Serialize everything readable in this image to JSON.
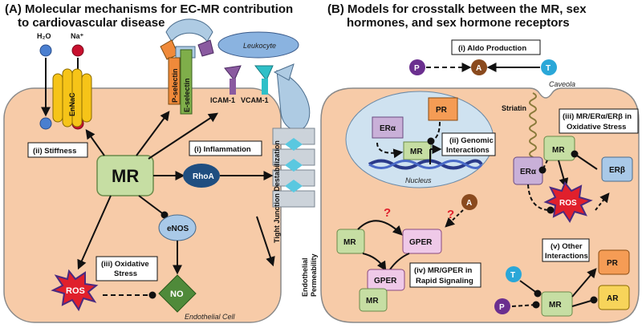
{
  "panel_a": {
    "title_line1": "(A) Molecular mechanisms for EC-MR contribution",
    "title_line2": "to cardiovascular disease",
    "h2o": "H₂O",
    "na": "Na⁺",
    "enac": "EnNaC",
    "p_selectin": "P-selectin",
    "e_selectin": "E-selectin",
    "leukocyte": "Leukocyte",
    "icam": "ICAM-1",
    "vcam": "VCAM-1",
    "stiffness": "(ii) Stiffness",
    "inflammation": "(i) Inflammation",
    "mr": "MR",
    "rhoa": "RhoA",
    "enos": "eNOS",
    "oxidative_line1": "(iii) Oxidative",
    "oxidative_line2": "Stress",
    "ros": "ROS",
    "no": "NO",
    "tight_junction": "Tight  Junction Destabilization",
    "endothelial_perm_line1": "Endothelial",
    "endothelial_perm_line2": "Permeability",
    "endothelial_cell": "Endothelial Cell"
  },
  "panel_b": {
    "title_line1": "(B) Models for crosstalk between the MR, sex",
    "title_line2": "hormones, and sex hormone receptors",
    "aldo_production": "(i) Aldo Production",
    "p": "P",
    "a": "A",
    "t": "T",
    "caveola": "Caveola",
    "striatin": "Striatin",
    "era": "ERα",
    "pr": "PR",
    "mr": "MR",
    "genomic_line1": "(ii) Genomic",
    "genomic_line2": "Interactions",
    "nucleus": "Nucleus",
    "mr_er_line1": "(iii) MR/ERα/ERβ in",
    "mr_er_line2": "Oxidative Stress",
    "erb": "ERβ",
    "ros": "ROS",
    "gper": "GPER",
    "question": "?",
    "rapid_line1": "(iv) MR/GPER in",
    "rapid_line2": "Rapid Signaling",
    "other_line1": "(v) Other",
    "other_line2": "Interactions",
    "ar": "AR"
  },
  "colors": {
    "cell_fill": "#f7cba8",
    "cell_stroke": "#8a8a8a",
    "mr_green": "#c6dea3",
    "era_purple": "#c9b0d8",
    "pr_orange": "#f59c55",
    "erb_blue": "#a9c9e8",
    "gper_pink": "#efc9e8",
    "ar_yellow": "#f7d45a",
    "ros_red": "#e0202c",
    "no_green": "#4f8a3a",
    "rhoa_navy": "#1f4e80",
    "p_purple": "#6b2f8f",
    "a_brown": "#8a4a1e",
    "t_blue": "#2aa7d8"
  }
}
